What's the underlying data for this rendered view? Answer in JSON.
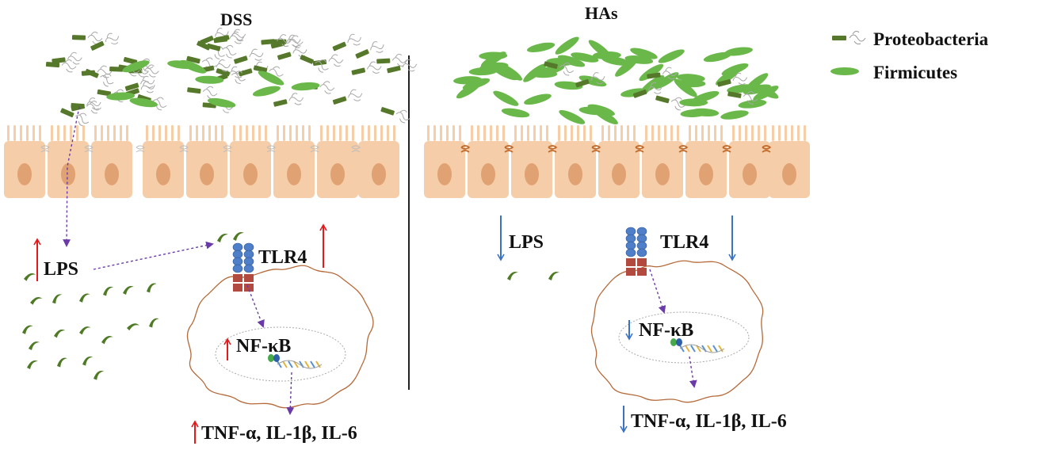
{
  "panels": {
    "left": {
      "title": "DSS",
      "lps": "LPS",
      "tlr4": "TLR4",
      "nfkb": "NF-κB",
      "cytokines": "TNF-α, IL-1β, IL-6",
      "direction": "up"
    },
    "right": {
      "title": "HAs",
      "lps": "LPS",
      "tlr4": "TLR4",
      "nfkb": "NF-κB",
      "cytokines": "TNF-α, IL-1β, IL-6",
      "direction": "down"
    }
  },
  "legend": {
    "items": [
      {
        "label": "Proteobacteria",
        "icon": "proteobacteria-icon"
      },
      {
        "label": "Firmicutes",
        "icon": "firmicutes-icon"
      }
    ]
  },
  "colors": {
    "up_arrow": "#e3191c",
    "down_arrow": "#3a72c4",
    "pathway_arrow": "#6a3aa8",
    "cell_fill": "#f5cda8",
    "nucleus": "#e0a273",
    "firmicutes": "#6ab84a",
    "proteobacteria": "#55782a",
    "lps_fragment": "#4e7a24",
    "tlr4_blue": "#4f7fc8",
    "tlr4_red": "#b24a3f",
    "macrophage_outline": "#b56a3a",
    "divider": "#222222"
  }
}
